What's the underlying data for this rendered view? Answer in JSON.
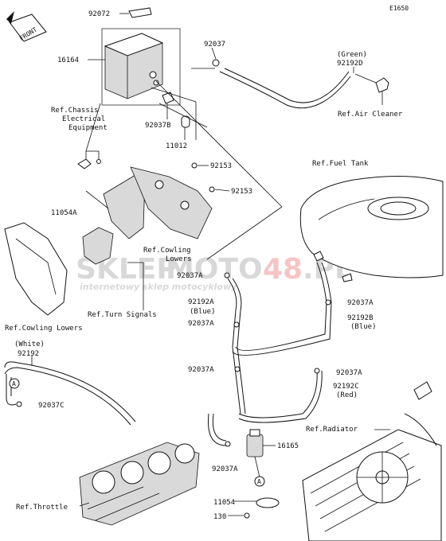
{
  "diagram_code": "E1650",
  "front_label": "FRONT",
  "watermark": {
    "brand_a": "SKLEP",
    "brand_b": "MOTO",
    "brand_c": "48",
    "brand_d": ".PL",
    "subtitle": "internetowy sklep motocyklowy"
  },
  "labels": {
    "p92072": "92072",
    "p16164": "16164",
    "p92037": "92037",
    "green": "(Green)",
    "p92192D": "92192D",
    "ref_air_cleaner": "Ref.Air Cleaner",
    "ref_chassis_1": "Ref.Chassis",
    "ref_chassis_2": "Electrical",
    "ref_chassis_3": "Equipment",
    "p92037B": "92037B",
    "p11012": "11012",
    "p92153_a": "92153",
    "p92153_b": "92153",
    "ref_fuel_tank": "Ref.Fuel Tank",
    "p11054A": "11054A",
    "ref_cowling_1": "Ref.Cowling",
    "ref_cowling_2": "Lowers",
    "p92037A_1": "92037A",
    "p92192A": "92192A",
    "blue_a": "(Blue)",
    "p92037A_2": "92037A",
    "p92037A_3": "92037A",
    "ref_turn_signals": "Ref.Turn Signals",
    "ref_cowling_lowers": "Ref.Cowling Lowers",
    "p92037A_r1": "92037A",
    "p92192B": "92192B",
    "blue_b": "(Blue)",
    "white": "(White)",
    "p92192": "92192",
    "p92037C": "92037C",
    "p92037A_r2": "92037A",
    "p92192C": "92192C",
    "red": "(Red)",
    "ref_radiator": "Ref.Radiator",
    "p16165": "16165",
    "p92037A_4": "92037A",
    "ref_throttle": "Ref.Throttle",
    "p11054": "11054",
    "p130": "130",
    "marker_a1": "A",
    "marker_a2": "A"
  }
}
